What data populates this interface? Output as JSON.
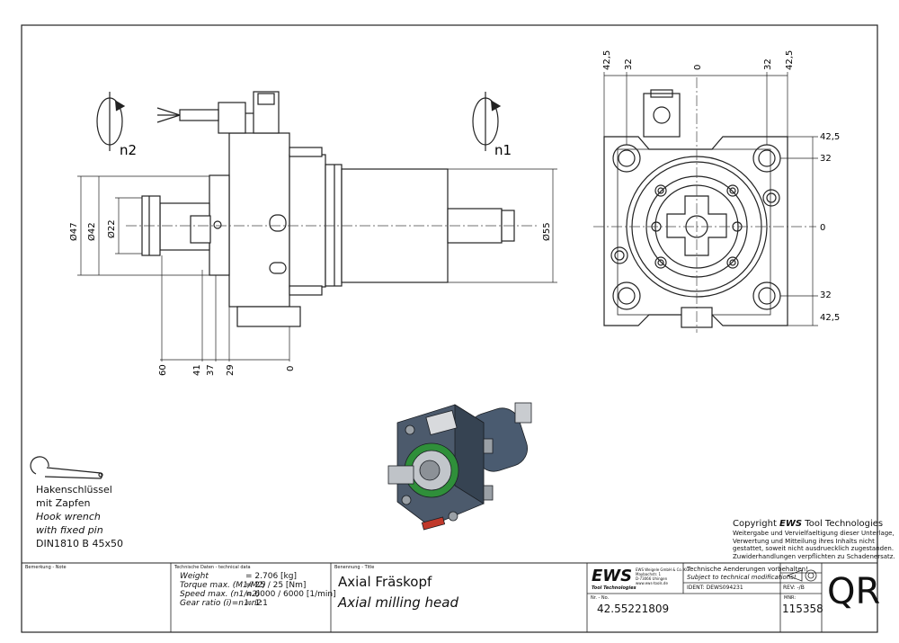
{
  "dimensions": {
    "front_top": [
      "42,5",
      "32",
      "0",
      "32",
      "42,5"
    ],
    "right_side": [
      "42,5",
      "32",
      "0",
      "32",
      "42,5"
    ],
    "bottom": [
      "60",
      "41",
      "37",
      "29",
      "0"
    ],
    "diameters": [
      "Ø47",
      "Ø42",
      "Ø22",
      "Ø55"
    ],
    "rotation_labels": [
      "n2",
      "n1"
    ]
  },
  "wrench_note": {
    "line1": "Hakenschlüssel",
    "line2": "mit Zapfen",
    "line3": "Hook wrench",
    "line4": "with fixed pin",
    "line5": "DIN1810  B  45x50"
  },
  "copyright": {
    "prefix": "Copyright ",
    "brand": "EWS",
    "suffix": " Tool Technologies",
    "line1": "Weitergabe und Vervielfaeltigung dieser Unterlage,",
    "line2": "Verwertung und Mitteilung ihres Inhalts nicht",
    "line3": "gestattet, soweit nicht ausdruecklich zugestanden.",
    "line4": "Zuwiderhandlungen verpflichten zu Schadenersatz."
  },
  "title_block": {
    "remark_label": "Bemerkung - Note",
    "tech_label": "Technische Daten - technical data",
    "weight_label": "Weight",
    "weight_value": "=   2.706  [kg]",
    "torque_label": "Torque max. (M1/M2)",
    "torque_value": "=   25 / 25 [Nm]",
    "speed_label": "Speed max.  (n1/n2)",
    "speed_value": "=   6000 / 6000 [1/min]",
    "ratio_label": "Gear ratio  (i)=n1:n2",
    "ratio_value": "=   1:1",
    "title_label": "Benennung - Title",
    "title_de": "Axial Fräskopf",
    "title_en": "Axial milling head",
    "logo": "EWS",
    "logo_sub": "Tool Technologies",
    "company_line1": "EWS Weigele GmbH & Co. KG",
    "company_line2": "Maybachstr. 1",
    "company_line3": "D-73066 Uhingen",
    "company_line4": "www.ews-tools.de",
    "number_label": "Nr. - No.",
    "number": "42.55221809",
    "note_de": "Technische Aenderungen vorbehalten!",
    "note_en": "Subject to technical modifications!",
    "ident": "IDENT: DEWS094231",
    "rev": "REV: -/B",
    "mnr_label": "MNR:",
    "mnr": "115358",
    "qr": "QR"
  }
}
